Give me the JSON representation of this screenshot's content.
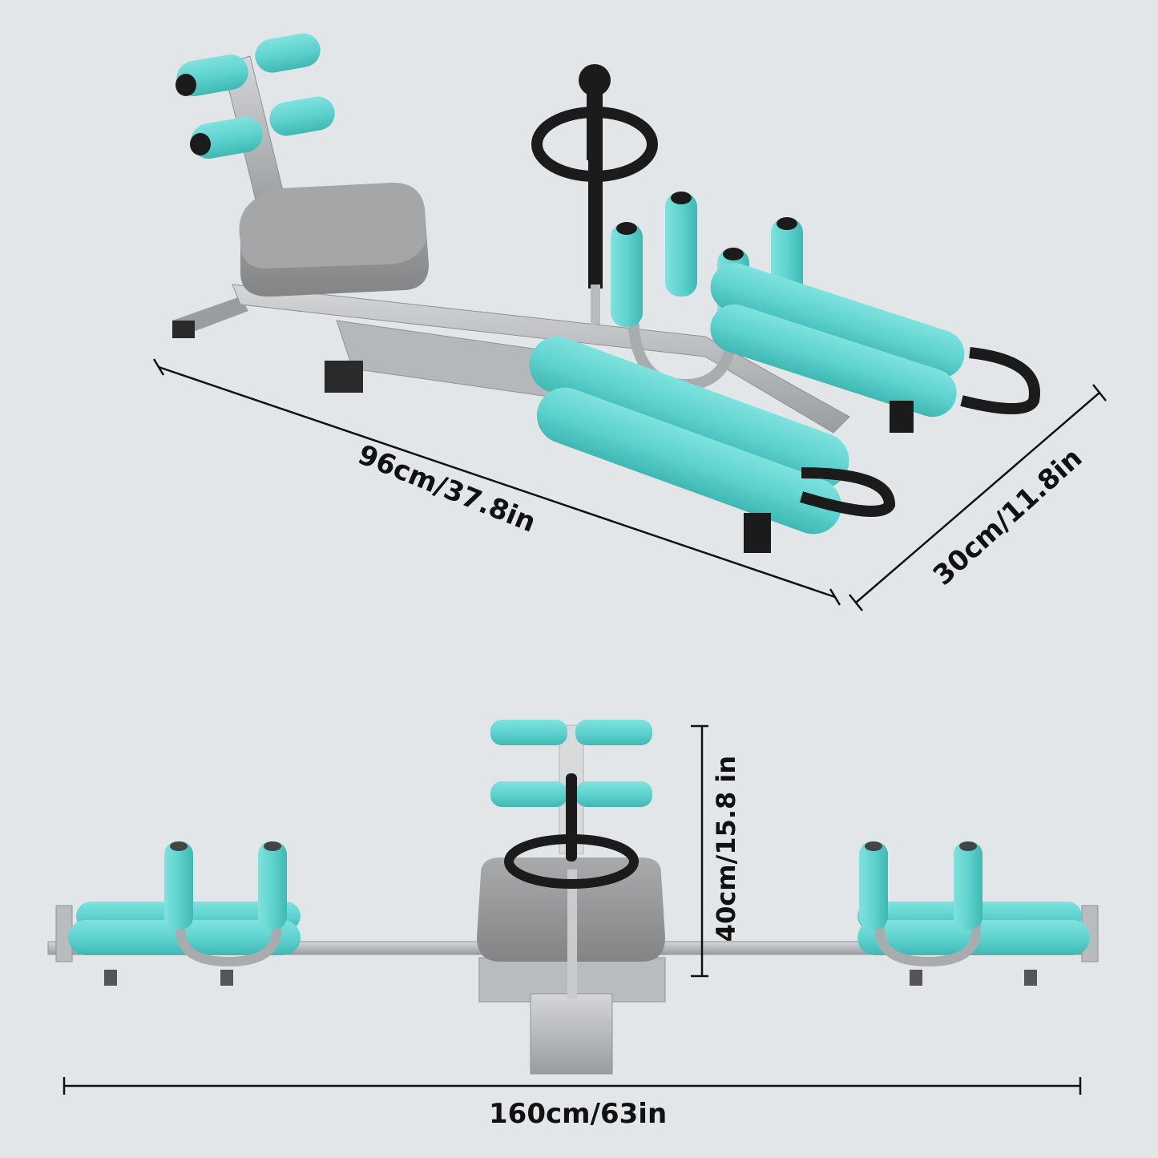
{
  "colors": {
    "background": "#e3e6e8",
    "foam": "#5fd3cf",
    "foam_shadow": "#3fb8b4",
    "seat": "#8c8d8f",
    "seat_top": "#a5a6a8",
    "metal": "#b9bcbf",
    "metal_dark": "#8e9195",
    "black": "#1b1b1b",
    "dimension_line": "#111111"
  },
  "top_view": {
    "description": "Angled product view of leg stretcher machine",
    "dimensions": {
      "length_label": "96cm/37.8in",
      "width_label": "30cm/11.8in"
    }
  },
  "front_view": {
    "description": "Front view with legs fully extended",
    "dimensions": {
      "height_label": "40cm/15.8 in",
      "span_label": "160cm/63in"
    }
  }
}
